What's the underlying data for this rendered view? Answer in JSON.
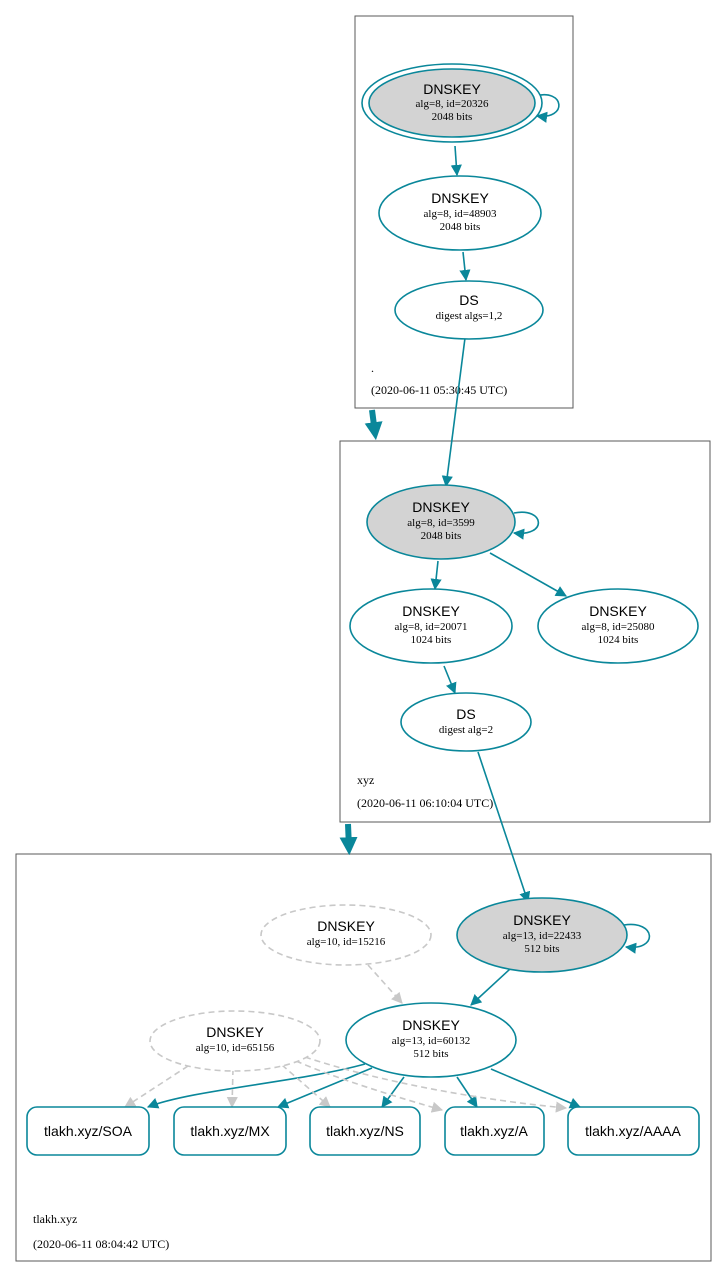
{
  "colors": {
    "edge": "#0a879a",
    "secure_entry_point_fill": "#d3d3d3",
    "inactive": "#c8c8c8",
    "zone_border": "#5a5a5a"
  },
  "zones": [
    {
      "id": "root",
      "name": ".",
      "timestamp": "(2020-06-11 05:30:45 UTC)"
    },
    {
      "id": "xyz",
      "name": "xyz",
      "timestamp": "(2020-06-11 06:10:04 UTC)"
    },
    {
      "id": "tlakh",
      "name": "tlakh.xyz",
      "timestamp": "(2020-06-11 08:04:42 UTC)"
    }
  ],
  "nodes": [
    {
      "id": "root_ksk",
      "title": "DNSKEY",
      "line1": "alg=8, id=20326",
      "line2": "2048 bits",
      "secure_entry_point": true,
      "trust_anchor": true
    },
    {
      "id": "root_zsk",
      "title": "DNSKEY",
      "line1": "alg=8, id=48903",
      "line2": "2048 bits"
    },
    {
      "id": "root_ds",
      "title": "DS",
      "line1": "digest algs=1,2",
      "line2": ""
    },
    {
      "id": "xyz_ksk",
      "title": "DNSKEY",
      "line1": "alg=8, id=3599",
      "line2": "2048 bits",
      "secure_entry_point": true
    },
    {
      "id": "xyz_zsk1",
      "title": "DNSKEY",
      "line1": "alg=8, id=20071",
      "line2": "1024 bits"
    },
    {
      "id": "xyz_zsk2",
      "title": "DNSKEY",
      "line1": "alg=8, id=25080",
      "line2": "1024 bits"
    },
    {
      "id": "xyz_ds",
      "title": "DS",
      "line1": "digest alg=2",
      "line2": ""
    },
    {
      "id": "tl_inactive1",
      "title": "DNSKEY",
      "line1": "alg=10, id=15216",
      "line2": "",
      "inactive": true
    },
    {
      "id": "tl_ksk",
      "title": "DNSKEY",
      "line1": "alg=13, id=22433",
      "line2": "512 bits",
      "secure_entry_point": true
    },
    {
      "id": "tl_inactive2",
      "title": "DNSKEY",
      "line1": "alg=10, id=65156",
      "line2": "",
      "inactive": true
    },
    {
      "id": "tl_zsk",
      "title": "DNSKEY",
      "line1": "alg=13, id=60132",
      "line2": "512 bits"
    }
  ],
  "rrsets": [
    {
      "id": "rr_soa",
      "label": "tlakh.xyz/SOA"
    },
    {
      "id": "rr_mx",
      "label": "tlakh.xyz/MX"
    },
    {
      "id": "rr_ns",
      "label": "tlakh.xyz/NS"
    },
    {
      "id": "rr_a",
      "label": "tlakh.xyz/A"
    },
    {
      "id": "rr_aaaa",
      "label": "tlakh.xyz/AAAA"
    }
  ],
  "edges": [
    {
      "from": "root_ksk",
      "to": "root_ksk",
      "kind": "self"
    },
    {
      "from": "root_ksk",
      "to": "root_zsk",
      "kind": "signs"
    },
    {
      "from": "root_zsk",
      "to": "root_ds",
      "kind": "signs"
    },
    {
      "from": "root_ds",
      "to": "xyz_ksk",
      "kind": "digest"
    },
    {
      "from": "root",
      "to": "xyz",
      "kind": "delegation"
    },
    {
      "from": "xyz_ksk",
      "to": "xyz_ksk",
      "kind": "self"
    },
    {
      "from": "xyz_ksk",
      "to": "xyz_zsk1",
      "kind": "signs"
    },
    {
      "from": "xyz_ksk",
      "to": "xyz_zsk2",
      "kind": "signs"
    },
    {
      "from": "xyz_zsk1",
      "to": "xyz_ds",
      "kind": "signs"
    },
    {
      "from": "xyz_ds",
      "to": "tl_ksk",
      "kind": "digest"
    },
    {
      "from": "xyz",
      "to": "tlakh",
      "kind": "delegation"
    },
    {
      "from": "tl_ksk",
      "to": "tl_ksk",
      "kind": "self"
    },
    {
      "from": "tl_ksk",
      "to": "tl_zsk",
      "kind": "signs"
    },
    {
      "from": "tl_inactive1",
      "to": "tl_zsk",
      "kind": "inactive"
    },
    {
      "from": "tl_zsk",
      "to": "rr_soa",
      "kind": "signs"
    },
    {
      "from": "tl_zsk",
      "to": "rr_mx",
      "kind": "signs"
    },
    {
      "from": "tl_zsk",
      "to": "rr_ns",
      "kind": "signs"
    },
    {
      "from": "tl_zsk",
      "to": "rr_a",
      "kind": "signs"
    },
    {
      "from": "tl_zsk",
      "to": "rr_aaaa",
      "kind": "signs"
    },
    {
      "from": "tl_inactive2",
      "to": "rr_soa",
      "kind": "inactive"
    },
    {
      "from": "tl_inactive2",
      "to": "rr_mx",
      "kind": "inactive"
    },
    {
      "from": "tl_inactive2",
      "to": "rr_ns",
      "kind": "inactive"
    },
    {
      "from": "tl_inactive2",
      "to": "rr_a",
      "kind": "inactive"
    },
    {
      "from": "tl_inactive2",
      "to": "rr_aaaa",
      "kind": "inactive"
    }
  ]
}
